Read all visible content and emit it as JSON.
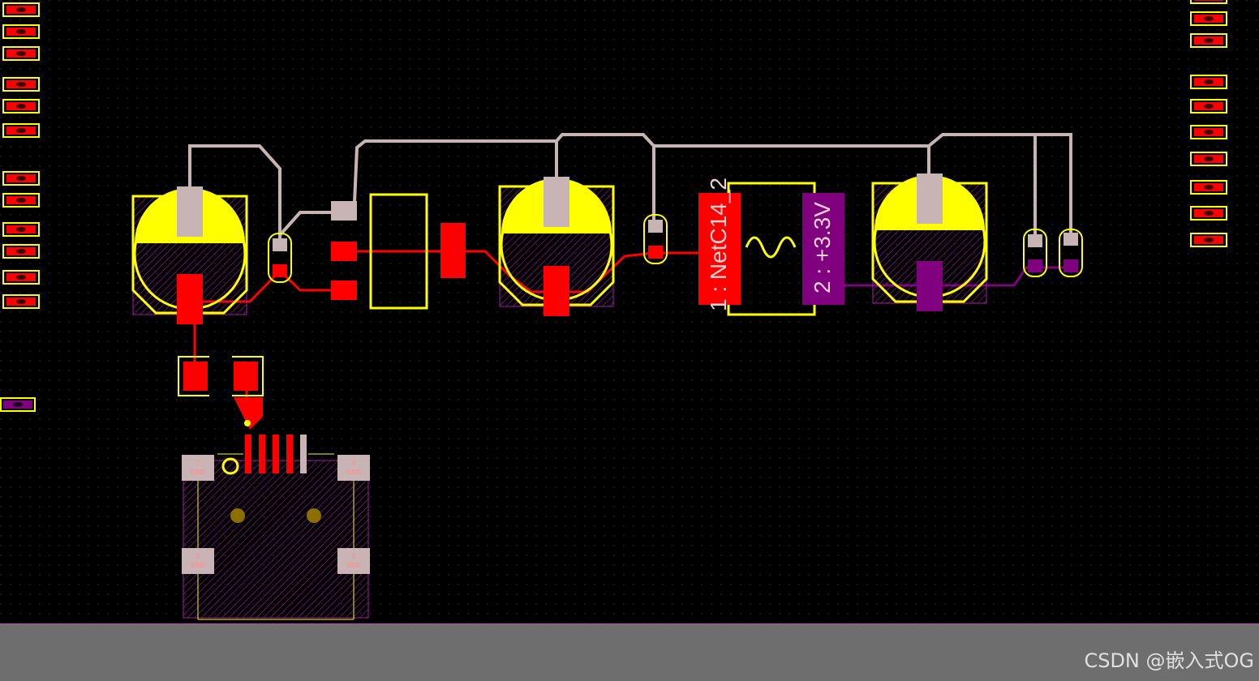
{
  "pads": {
    "fuse_pin1": {
      "pin": "1",
      "net": "NetC14_2",
      "color": "#ff0000"
    },
    "fuse_pin2": {
      "pin": "2",
      "net": "+3.3V",
      "color": "#800080"
    },
    "connector": {
      "pin7": {
        "num": "7",
        "net": "GND"
      },
      "pin6": {
        "num": "6",
        "net": "GND"
      },
      "pin8": {
        "num": "8",
        "net": "GND"
      },
      "pin9": {
        "num": "9",
        "net": "GND"
      }
    }
  },
  "colors": {
    "background": "#000000",
    "top_copper": "#ff0000",
    "bottom_copper": "#800080",
    "silkscreen": "#ffff00",
    "pad_gray": "#c8b4b4",
    "trace_gray": "#c8b4b4",
    "panel": "#6e6e6e"
  },
  "watermark": "CSDN @嵌入式OG"
}
